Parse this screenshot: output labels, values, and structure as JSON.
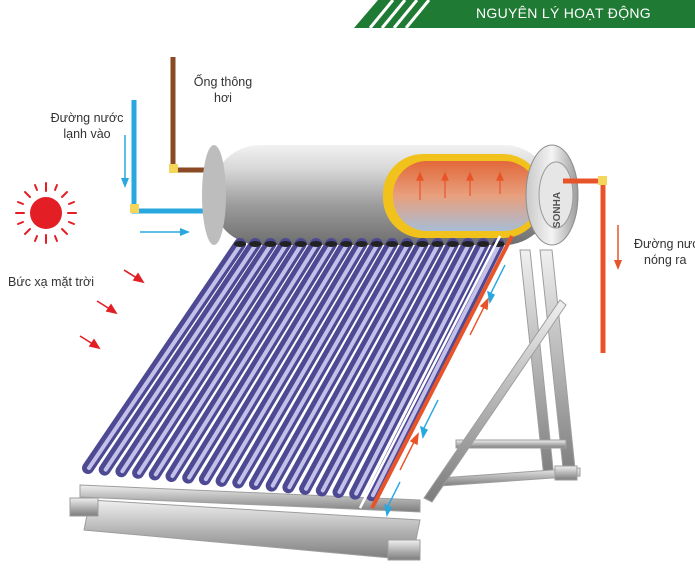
{
  "header": {
    "title": "NGUYÊN LÝ HOẠT ĐỘNG"
  },
  "labels": {
    "vent_pipe": [
      "Ống thông",
      "hơi"
    ],
    "cold_water_in": [
      "Đường nước",
      "lạnh vào"
    ],
    "hot_water_out": [
      "Đường nước",
      "nóng ra"
    ],
    "solar_radiation": "Bức xạ mặt trời"
  },
  "brand": {
    "logo_text": "SONHA"
  },
  "colors": {
    "header_green": "#1f7a34",
    "cold_pipe": "#29a8e0",
    "hot_pipe": "#e8542a",
    "vent_pipe": "#8a4a24",
    "sun": "#e31e24",
    "tube_purple": "#6f6bb0"
  }
}
